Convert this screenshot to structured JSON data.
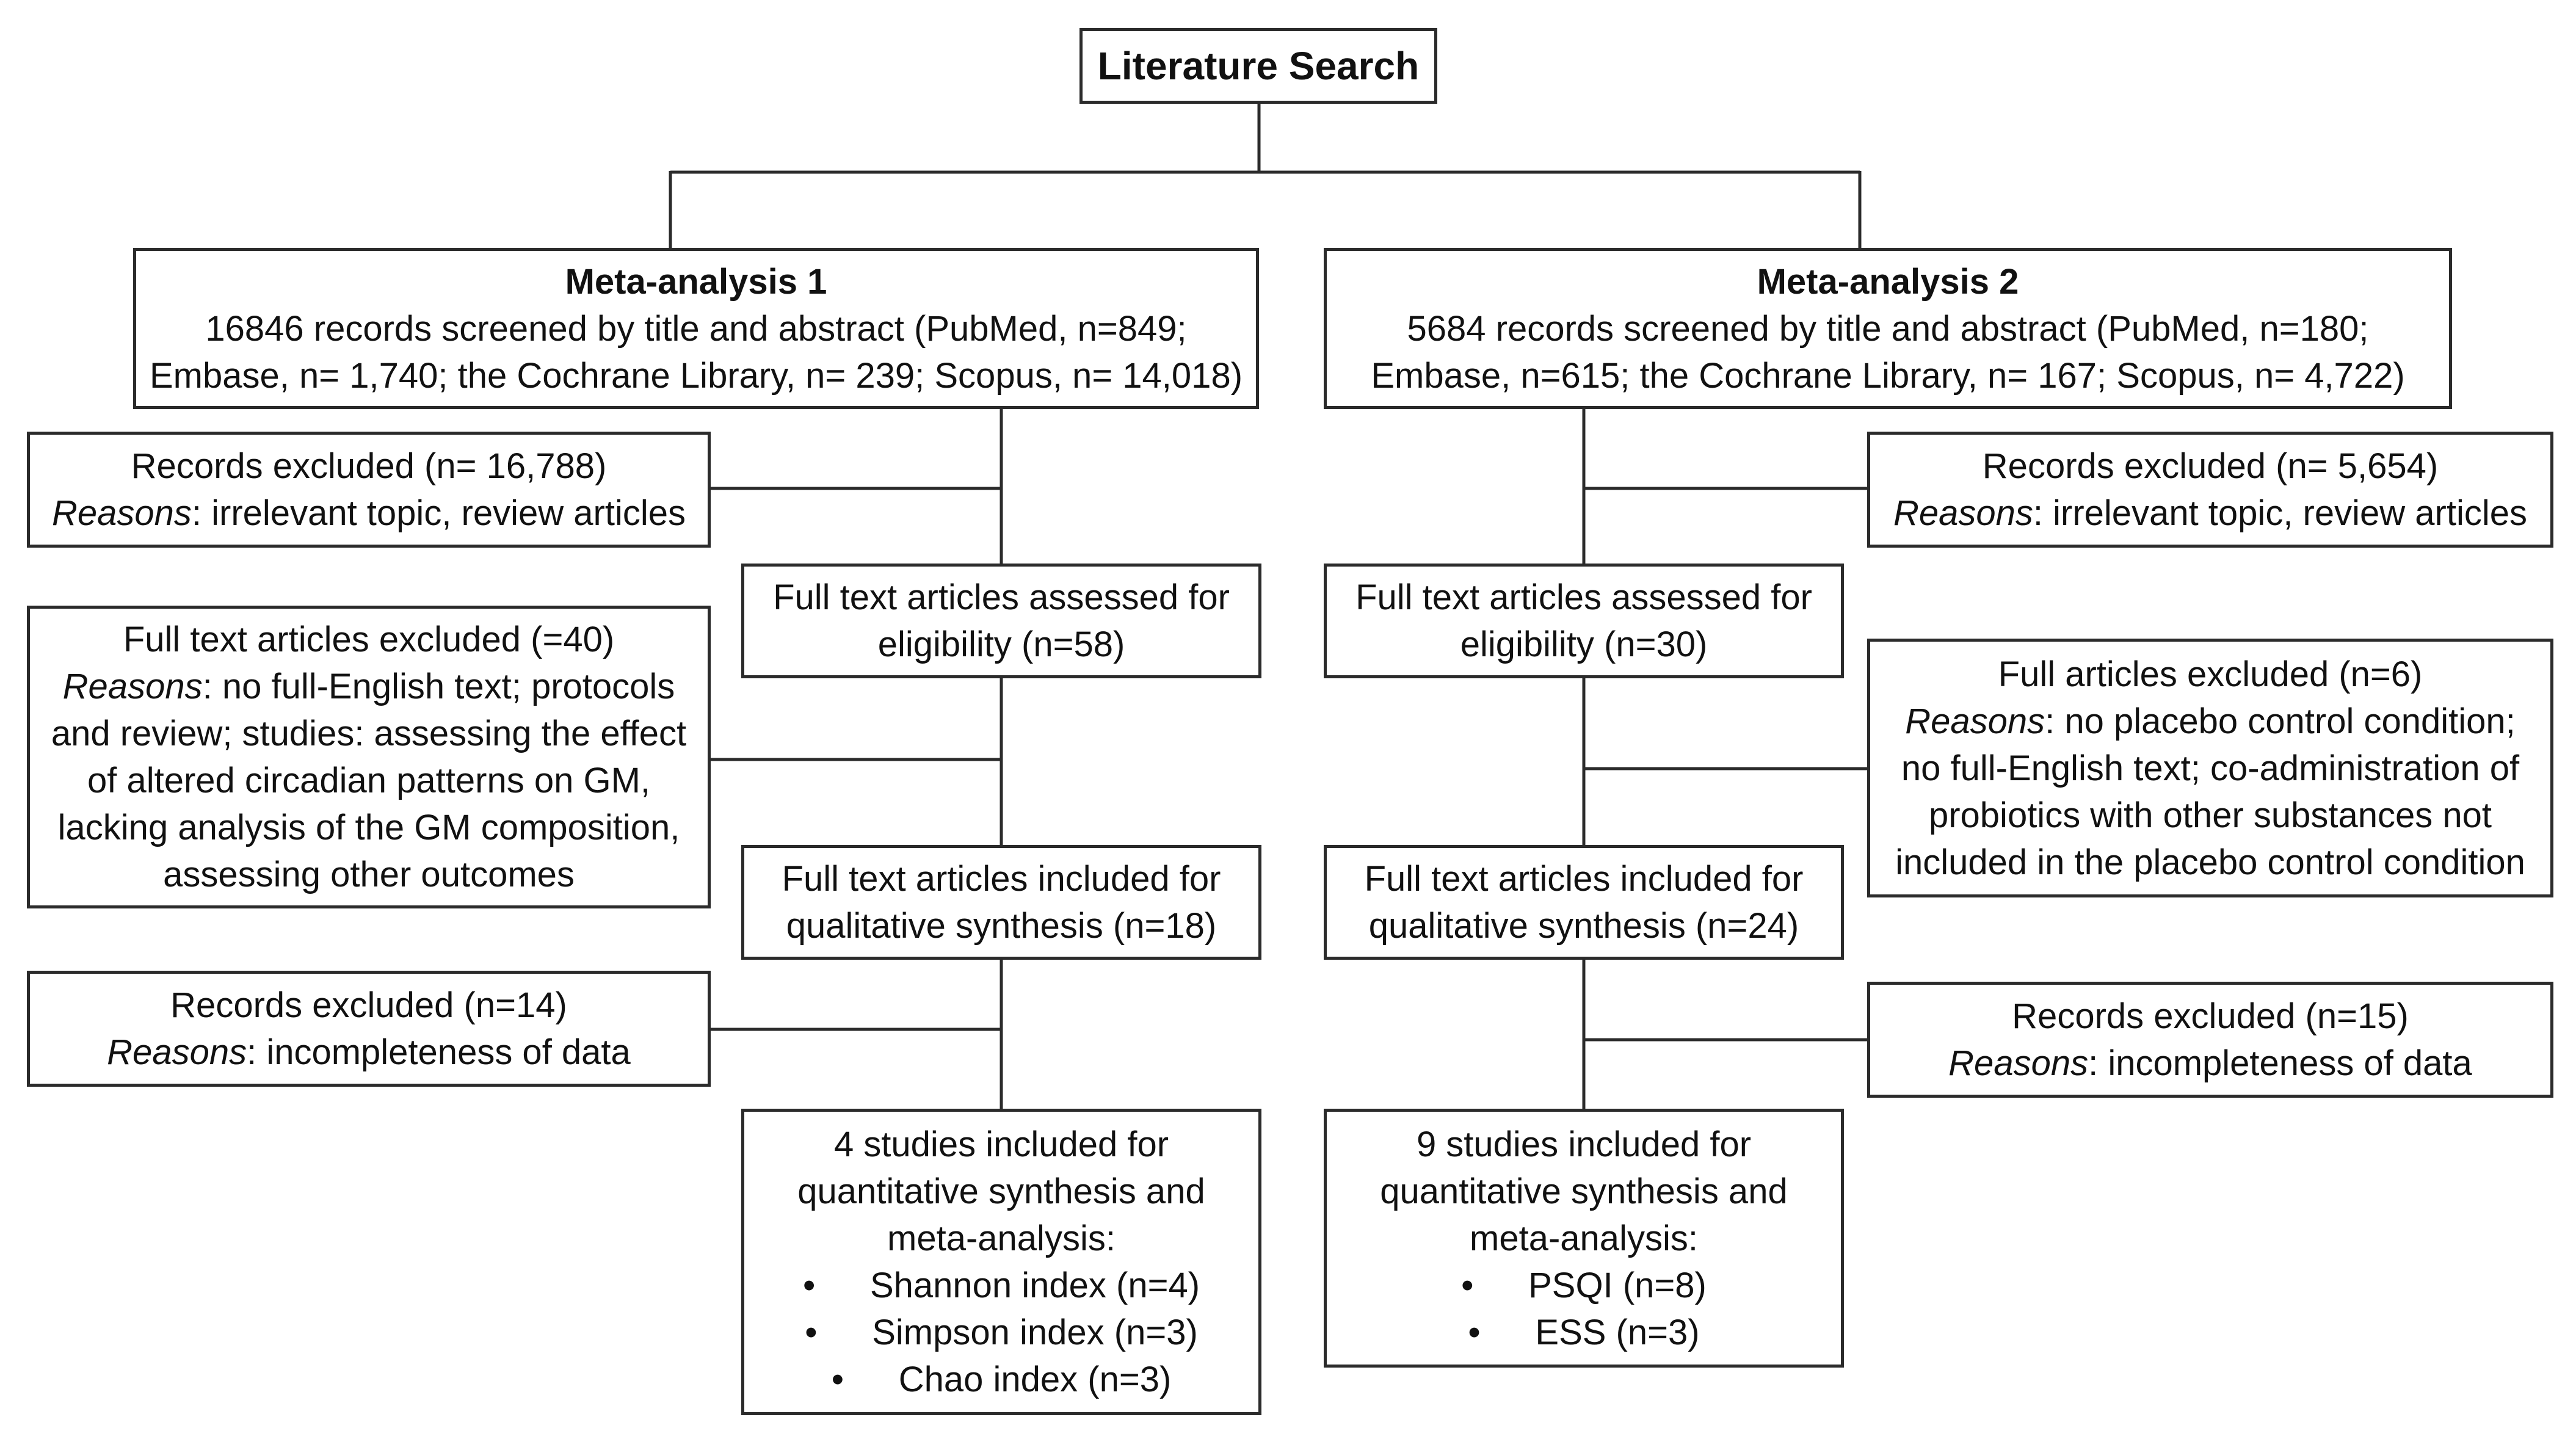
{
  "title": "Literature Search",
  "meta1": {
    "heading": "Meta-analysis 1",
    "screened_line1": "16846 records screened by title and abstract (PubMed, n=849;",
    "screened_line2": "Embase, n= 1,740; the Cochrane Library, n= 239; Scopus, n= 14,018)",
    "excluded1_line1": "Records excluded (n= 16,788)",
    "excluded1_reasons_label": "Reasons",
    "excluded1_reasons_text": ": irrelevant topic, review articles",
    "assessed_line1": "Full text articles assessed for",
    "assessed_line2": "eligibility (n=58)",
    "excluded2_line1": "Full text articles excluded (=40)",
    "excluded2_reasons_label": "Reasons",
    "excluded2_reasons_text": ": no full-English text; protocols",
    "excluded2_line3": "and review; studies: assessing the effect",
    "excluded2_line4": "of altered circadian patterns on GM,",
    "excluded2_line5": "lacking analysis of the GM composition,",
    "excluded2_line6": "assessing other outcomes",
    "included_line1": "Full text articles included for",
    "included_line2": "qualitative synthesis (n=18)",
    "excluded3_line1": "Records excluded (n=14)",
    "excluded3_reasons_label": "Reasons",
    "excluded3_reasons_text": ": incompleteness of data",
    "final_line1": "4 studies included for",
    "final_line2": "quantitative synthesis and",
    "final_line3": "meta-analysis:",
    "final_items": [
      "Shannon index (n=4)",
      "Simpson index (n=3)",
      "Chao index (n=3)"
    ]
  },
  "meta2": {
    "heading": "Meta-analysis 2",
    "screened_line1": "5684 records screened by title and abstract (PubMed, n=180;",
    "screened_line2": "Embase, n=615; the Cochrane Library, n= 167; Scopus, n=  4,722)",
    "excluded1_line1": "Records excluded (n= 5,654)",
    "excluded1_reasons_label": "Reasons",
    "excluded1_reasons_text": ": irrelevant topic, review articles",
    "assessed_line1": "Full text articles assessed for",
    "assessed_line2": "eligibility (n=30)",
    "excluded2_line1": "Full articles excluded (n=6)",
    "excluded2_reasons_label": "Reasons",
    "excluded2_reasons_text": ": no placebo control condition;",
    "excluded2_line3": "no full-English text; co-administration of",
    "excluded2_line4": "probiotics with other substances not",
    "excluded2_line5": "included in the placebo control condition",
    "included_line1": "Full text articles included for",
    "included_line2": "qualitative synthesis (n=24)",
    "excluded3_line1": "Records excluded (n=15)",
    "excluded3_reasons_label": "Reasons",
    "excluded3_reasons_text": ": incompleteness of data",
    "final_line1": "9 studies included for",
    "final_line2": "quantitative synthesis and",
    "final_line3": "meta-analysis:",
    "final_items": [
      "PSQI (n=8)",
      "ESS (n=3)"
    ]
  },
  "bullet_glyph": "•"
}
